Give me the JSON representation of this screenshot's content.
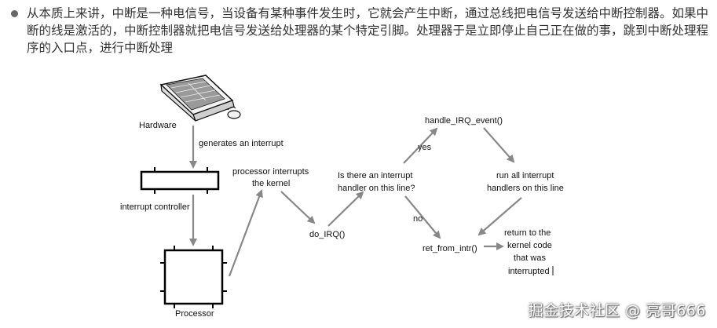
{
  "bullet": {
    "text": "从本质上来讲，中断是一种电信号，当设备有某种事件发生时，它就会产生中断，通过总线把电信号发送给中断控制器。如果中断的线是激活的，中断控制器就把电信号发送给处理器的某个特定引脚。处理器于是立即停止自己正在做的事，跳到中断处理程序的入口点，进行中断处理"
  },
  "diagram": {
    "hardware": "Hardware",
    "generates": "generates an interrupt",
    "interrupt_controller": "interrupt controller",
    "processor": "Processor",
    "proc_interrupts_1": "processor interrupts",
    "proc_interrupts_2": "the kernel",
    "do_irq": "do_IRQ()",
    "question_1": "Is there an interrupt",
    "question_2": "handler on this line?",
    "yes": "yes",
    "no": "no",
    "handle_irq_event": "handle_IRQ_event()",
    "run_all_1": "run all interrupt",
    "run_all_2": "handlers on this line",
    "ret_from_intr": "ret_from_intr()",
    "return_1": "return to  the",
    "return_2": "kernel code",
    "return_3": "that was",
    "return_4": "interrupted"
  },
  "colors": {
    "arrow": "#888888"
  },
  "watermark": "掘金技术社区 @ 亮哥666"
}
